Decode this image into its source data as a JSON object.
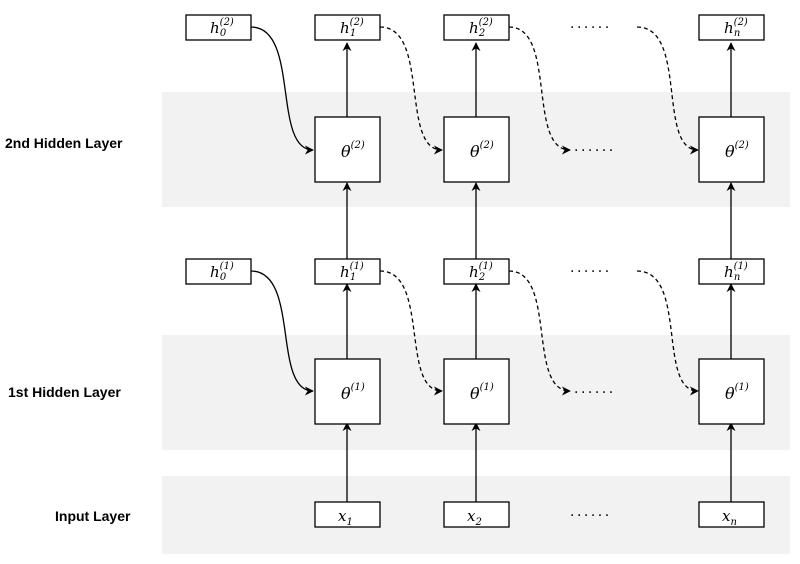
{
  "layers": {
    "second": "2nd Hidden Layer",
    "first": "1st Hidden Layer",
    "input": "Input Layer"
  },
  "symbols": {
    "h": "h",
    "theta": "θ",
    "x": "x",
    "sup_1": "(1)",
    "sup_2": "(2)",
    "sub_0": "0",
    "sub_1": "1",
    "sub_2": "2",
    "sub_n": "n"
  },
  "ellipsis": "......"
}
